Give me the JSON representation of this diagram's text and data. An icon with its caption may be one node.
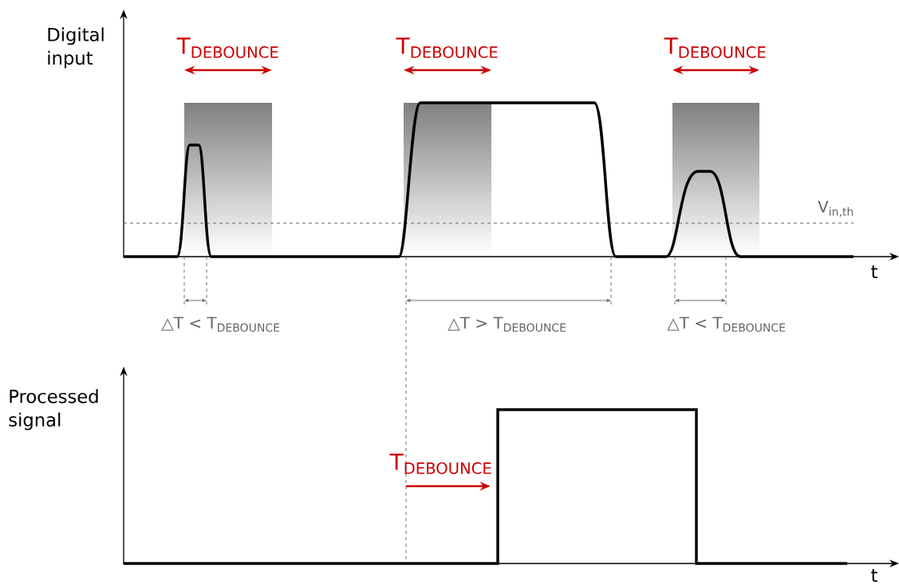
{
  "diagram": {
    "labels": [
      "Digital input",
      "T$_{DEBOUNCE}$",
      "T$_{DEBOUNCE}$",
      "T$_{DEBOUNCE}$",
      "V$_{in,th}$",
      "t",
      "△T < T$_{DEBOUNCE}$",
      "△T > T$_{DEBOUNCE}$",
      "△T < T$_{DEBOUNCE}$",
      "Processed signal",
      "T$_{DEBOUNCE}$",
      "t"
    ]
  }
}
